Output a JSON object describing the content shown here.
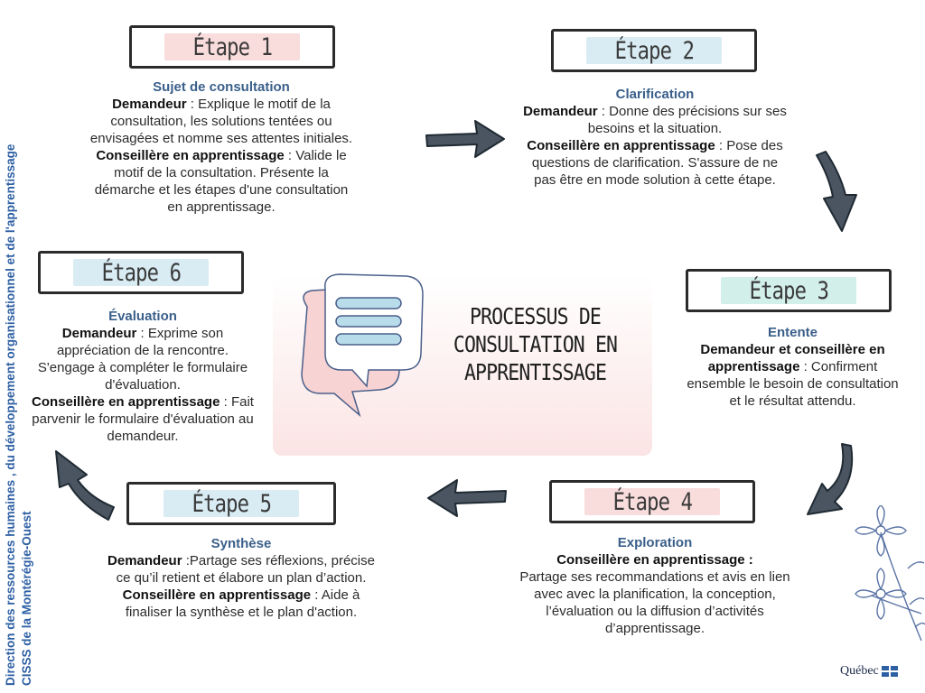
{
  "center_title": [
    "PROCESSUS DE",
    "CONSULTATION EN",
    "APPRENTISSAGE"
  ],
  "steps": [
    {
      "title": "Étape 1",
      "heading": "Sujet de consultation",
      "paragraphs": [
        {
          "role": "Demandeur",
          "text": " : Explique le motif de la consultation, les solutions tentées ou envisagées et nomme ses attentes initiales."
        },
        {
          "role": "Conseillère en apprentissage",
          "text": " : Valide le motif de la consultation. Présente la démarche et les étapes d'une consultation en apprentissage."
        }
      ]
    },
    {
      "title": "Étape 2",
      "heading": "Clarification",
      "paragraphs": [
        {
          "role": "Demandeur",
          "text": " : Donne des précisions sur ses besoins et la situation."
        },
        {
          "role": "Conseillère en apprentissage",
          "text": " : Pose des questions de clarification. S'assure de ne pas être en mode solution à cette étape."
        }
      ]
    },
    {
      "title": "Étape 3",
      "heading": "Entente",
      "paragraphs": [
        {
          "role": "Demandeur et conseillère en apprentissage",
          "text": " : Confirment ensemble le besoin de consultation et le résultat attendu."
        }
      ]
    },
    {
      "title": "Étape 4",
      "heading": "Exploration",
      "paragraphs": [
        {
          "role": "Conseillère en apprentissage :",
          "text": ""
        },
        {
          "role": "",
          "text": "Partage ses recommandations et avis en lien avec avec la planification, la conception, l’évaluation ou la diffusion d’activités d’apprentissage."
        }
      ]
    },
    {
      "title": "Étape 5",
      "heading": "Synthèse",
      "paragraphs": [
        {
          "role": "Demandeur",
          "text": " :Partage ses réflexions, précise ce qu’il retient et élabore un plan d’action."
        },
        {
          "role": "Conseillère en apprentissage",
          "text": " : Aide à finaliser la synthèse et le plan d'action."
        }
      ]
    },
    {
      "title": "Étape 6",
      "heading": "Évaluation",
      "paragraphs": [
        {
          "role": "Demandeur",
          "text": " : Exprime son appréciation de la rencontre. S'engage à compléter le formulaire d'évaluation."
        },
        {
          "role": "Conseillère en apprentissage",
          "text": " : Fait parvenir le formulaire d'évaluation au demandeur."
        }
      ]
    }
  ],
  "sidebar": {
    "line1": "Direction des ressources humaines , du développement organisationnel et de l'apprentissage",
    "line2": "CISSS de la Montérégie-Ouest"
  },
  "logo_text": "Québec",
  "colors": {
    "accent_blue": "#3a5f8a",
    "sidebar_blue": "#2d5fa3",
    "pink_highlight": "#f9dcdc",
    "blue_highlight": "#d9ecf4",
    "teal_highlight": "#d3efe9",
    "pink_shadow": "#f4c8c8",
    "blue_shadow": "#1f5fa6",
    "teal_shadow": "#9fdccf"
  }
}
